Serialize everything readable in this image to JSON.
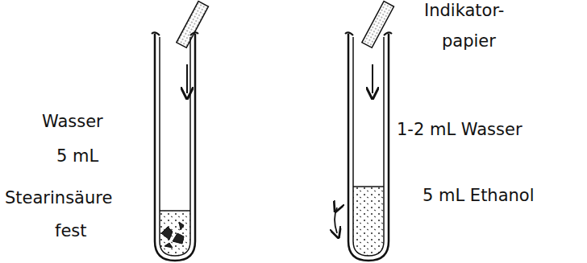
{
  "diagram": {
    "labels": [
      "Wasser",
      "5 mL",
      "Stearinsäure",
      "fest",
      "Indikator-",
      "papier",
      "1-2 mL Wasser",
      "5 mL Ethanol"
    ]
  }
}
